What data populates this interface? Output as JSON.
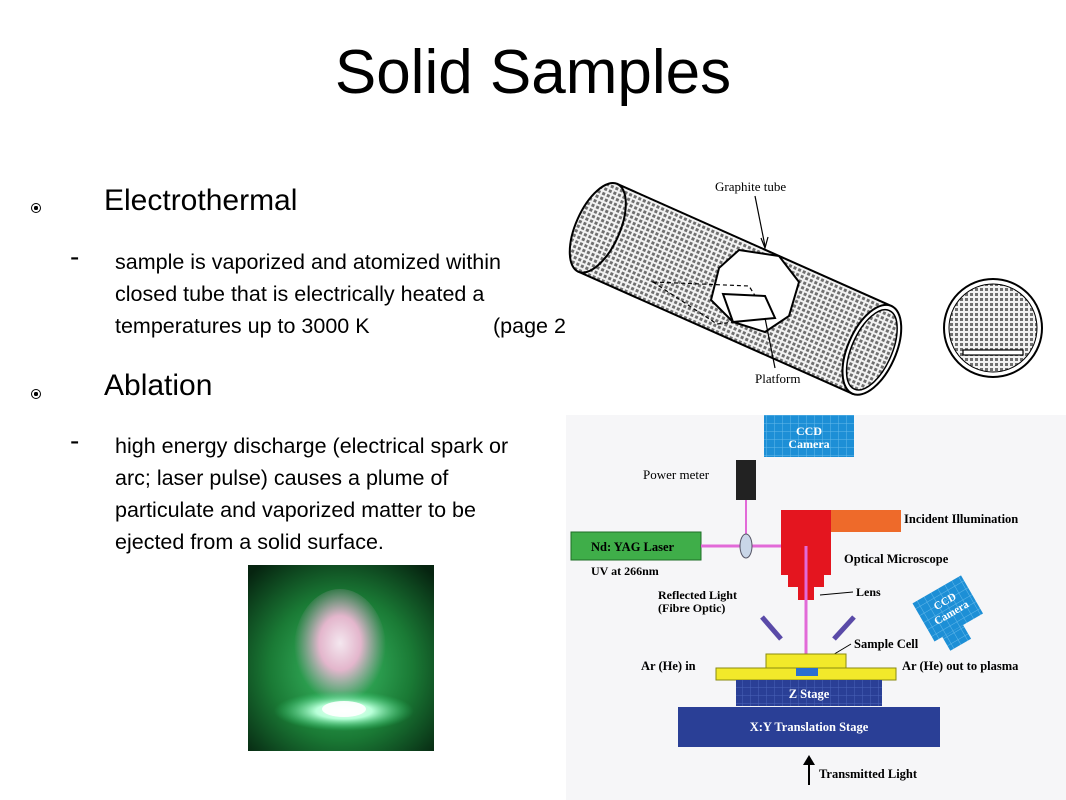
{
  "slide": {
    "title": "Solid Samples"
  },
  "section_electrothermal": {
    "heading": "Electrothermal",
    "lines": [
      "sample is vaporized and atomized within",
      "closed tube that is electrically heated a",
      "temperatures up to 3000 K",
      "(page 2"
    ]
  },
  "section_ablation": {
    "heading": "Ablation",
    "lines": [
      "high energy discharge (electrical spark or",
      "arc; laser pulse) causes a plume of",
      "particulate and vaporized matter to be",
      "ejected from a solid surface."
    ]
  },
  "graphite_figure": {
    "label_tube": "Graphite tube",
    "label_platform": "Platform"
  },
  "ablation_setup": {
    "ccd_camera_top": [
      "CCD",
      "Camera"
    ],
    "power_meter": "Power meter",
    "incident_illumination": "Incident Illumination",
    "laser": "Nd: YAG Laser",
    "uv": "UV at 266nm",
    "optical_microscope": "Optical Microscope",
    "lens": "Lens",
    "reflected_light": [
      "Reflected Light",
      "(Fibre Optic)"
    ],
    "ccd_camera_side": [
      "CCD",
      "Camera"
    ],
    "sample_cell": "Sample Cell",
    "ar_in": "Ar (He) in",
    "ar_out": "Ar (He) out to plasma",
    "z_stage": "Z Stage",
    "xy_stage": "X:Y Translation Stage",
    "transmitted_light": "Transmitted Light"
  }
}
